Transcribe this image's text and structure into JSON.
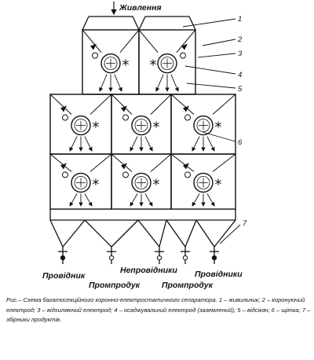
{
  "labels": {
    "feed": "Живлення",
    "conductor_left": "Провідник",
    "middling_left": "Промпродук",
    "nonconductors": "Непровідники",
    "middling_right": "Промпродук",
    "conductors_right": "Провідники"
  },
  "part_numbers": [
    "1",
    "2",
    "3",
    "4",
    "5",
    "6",
    "7"
  ],
  "caption": "Рис.– Схема багатосекційного коронно-електростатичного сепаратора. 1 – живильник; 2 – коронуючий електрод; 3 – відхиляючий електрод; 4 – осаджувальний електрод (заземлений); 5 – відсікач; 6 – щітка; 7 – збірники продуктів.",
  "colors": {
    "line": "#111111",
    "background": "#ffffff"
  },
  "icons": [
    "corona-electrode-asterisk-icon",
    "drum-electrode-icon",
    "deflecting-electrode-circle-icon",
    "splitter-arrow-icon"
  ]
}
